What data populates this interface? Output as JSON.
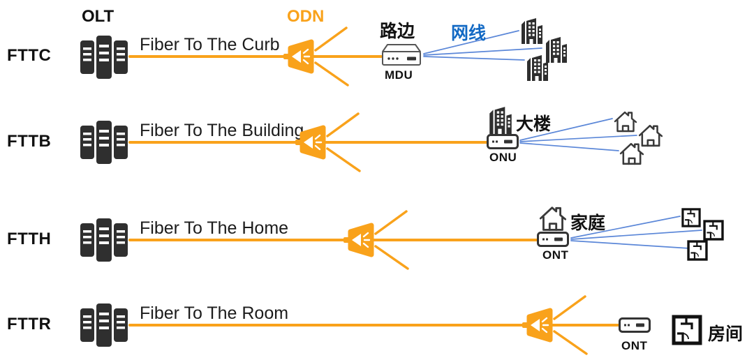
{
  "colors": {
    "fiber_orange": "#F9A21B",
    "ethernet_blue_line": "#5B87D8",
    "ethernet_blue_label": "#1269C4",
    "icon_dark": "#2F2F2F"
  },
  "legend": {
    "olt": "OLT",
    "odn": "ODN"
  },
  "rows": [
    {
      "name": "FTTC",
      "fiber": "Fiber To The Curb",
      "site": "路边",
      "device": "MDU",
      "cable": "网线",
      "endpoint_icon": "building-icon",
      "endpoint_count": 3
    },
    {
      "name": "FTTB",
      "fiber": "Fiber To The Building",
      "site": "大楼",
      "device": "ONU",
      "endpoint_icon": "house-icon",
      "endpoint_count": 3
    },
    {
      "name": "FTTH",
      "fiber": "Fiber To The Home",
      "site": "家庭",
      "device": "ONT",
      "endpoint_icon": "room-icon",
      "endpoint_count": 3
    },
    {
      "name": "FTTR",
      "fiber": "Fiber To The Room",
      "site": "房间",
      "device": "ONT",
      "endpoint_icon": "room-icon",
      "endpoint_count": 1
    }
  ]
}
